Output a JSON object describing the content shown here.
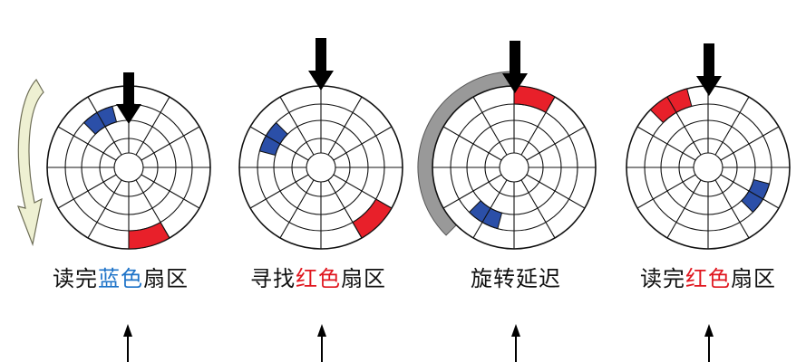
{
  "colors": {
    "blue": "#2b4fa8",
    "red": "#e8202a",
    "gray": "#999999",
    "cream": "#eef0d2",
    "caption_blue": "#1e73c8",
    "caption_red": "#e0161e"
  },
  "steps": [
    {
      "caption": {
        "pre": "读完",
        "highlight": "蓝色",
        "post": "扇区",
        "highlight_color": "blue"
      },
      "blue_sector": {
        "ring": 1,
        "start_deg": -45,
        "end_deg": -15
      },
      "red_sector": {
        "ring": 0,
        "start_deg": 150,
        "end_deg": 180
      },
      "gray_arc": null,
      "has_rotation_arrow": true
    },
    {
      "caption": {
        "pre": "寻找",
        "highlight": "红色",
        "post": "扇区",
        "highlight_color": "red"
      },
      "blue_sector": {
        "ring": 1,
        "start_deg": -75,
        "end_deg": -45
      },
      "red_sector": {
        "ring": 0,
        "start_deg": 120,
        "end_deg": 150
      },
      "gray_arc": null,
      "has_rotation_arrow": false
    },
    {
      "caption": {
        "pre": "旋转延迟",
        "highlight": "",
        "post": "",
        "highlight_color": ""
      },
      "blue_sector": {
        "ring": 1,
        "start_deg": 195,
        "end_deg": 225
      },
      "red_sector": {
        "ring": 0,
        "start_deg": 0,
        "end_deg": 30
      },
      "gray_arc": {
        "start_deg": -135,
        "end_deg": 0
      },
      "has_rotation_arrow": false
    },
    {
      "caption": {
        "pre": "读完",
        "highlight": "红色",
        "post": "扇区",
        "highlight_color": "red"
      },
      "blue_sector": {
        "ring": 1,
        "start_deg": 105,
        "end_deg": 135
      },
      "red_sector": {
        "ring": 0,
        "start_deg": -45,
        "end_deg": -15
      },
      "gray_arc": null,
      "has_rotation_arrow": false
    }
  ]
}
